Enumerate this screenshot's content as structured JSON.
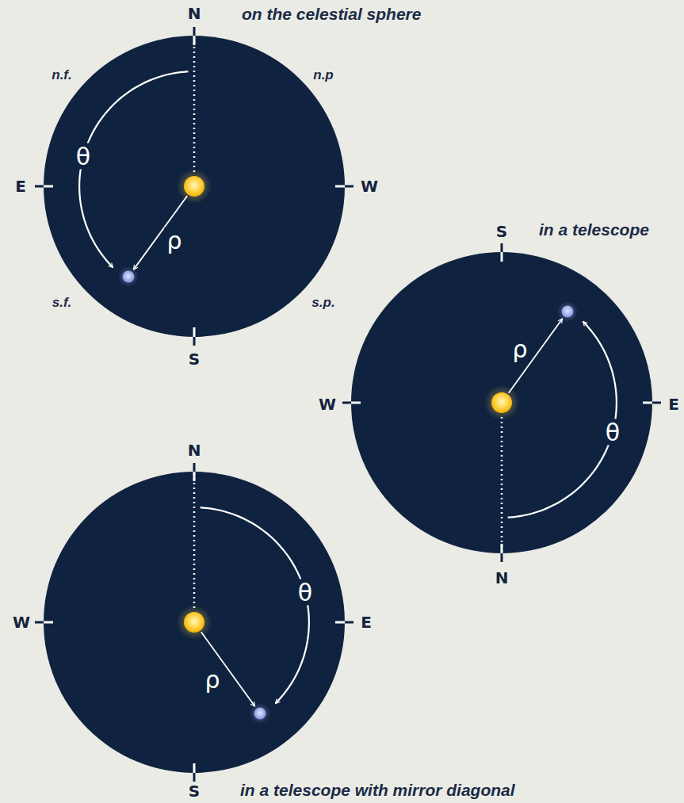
{
  "diagram": {
    "labels": [
      "on the celestial sphere",
      "N",
      "n.f.",
      "n.p",
      "E",
      "W",
      "θ",
      "ρ",
      "s.f.",
      "s.p.",
      "S",
      "S",
      "in a telescope",
      "W",
      "E",
      "ρ",
      "θ",
      "N",
      "N",
      "W",
      "E",
      "θ",
      "ρ",
      "S",
      "in a telescope with mirror diagonal"
    ]
  }
}
